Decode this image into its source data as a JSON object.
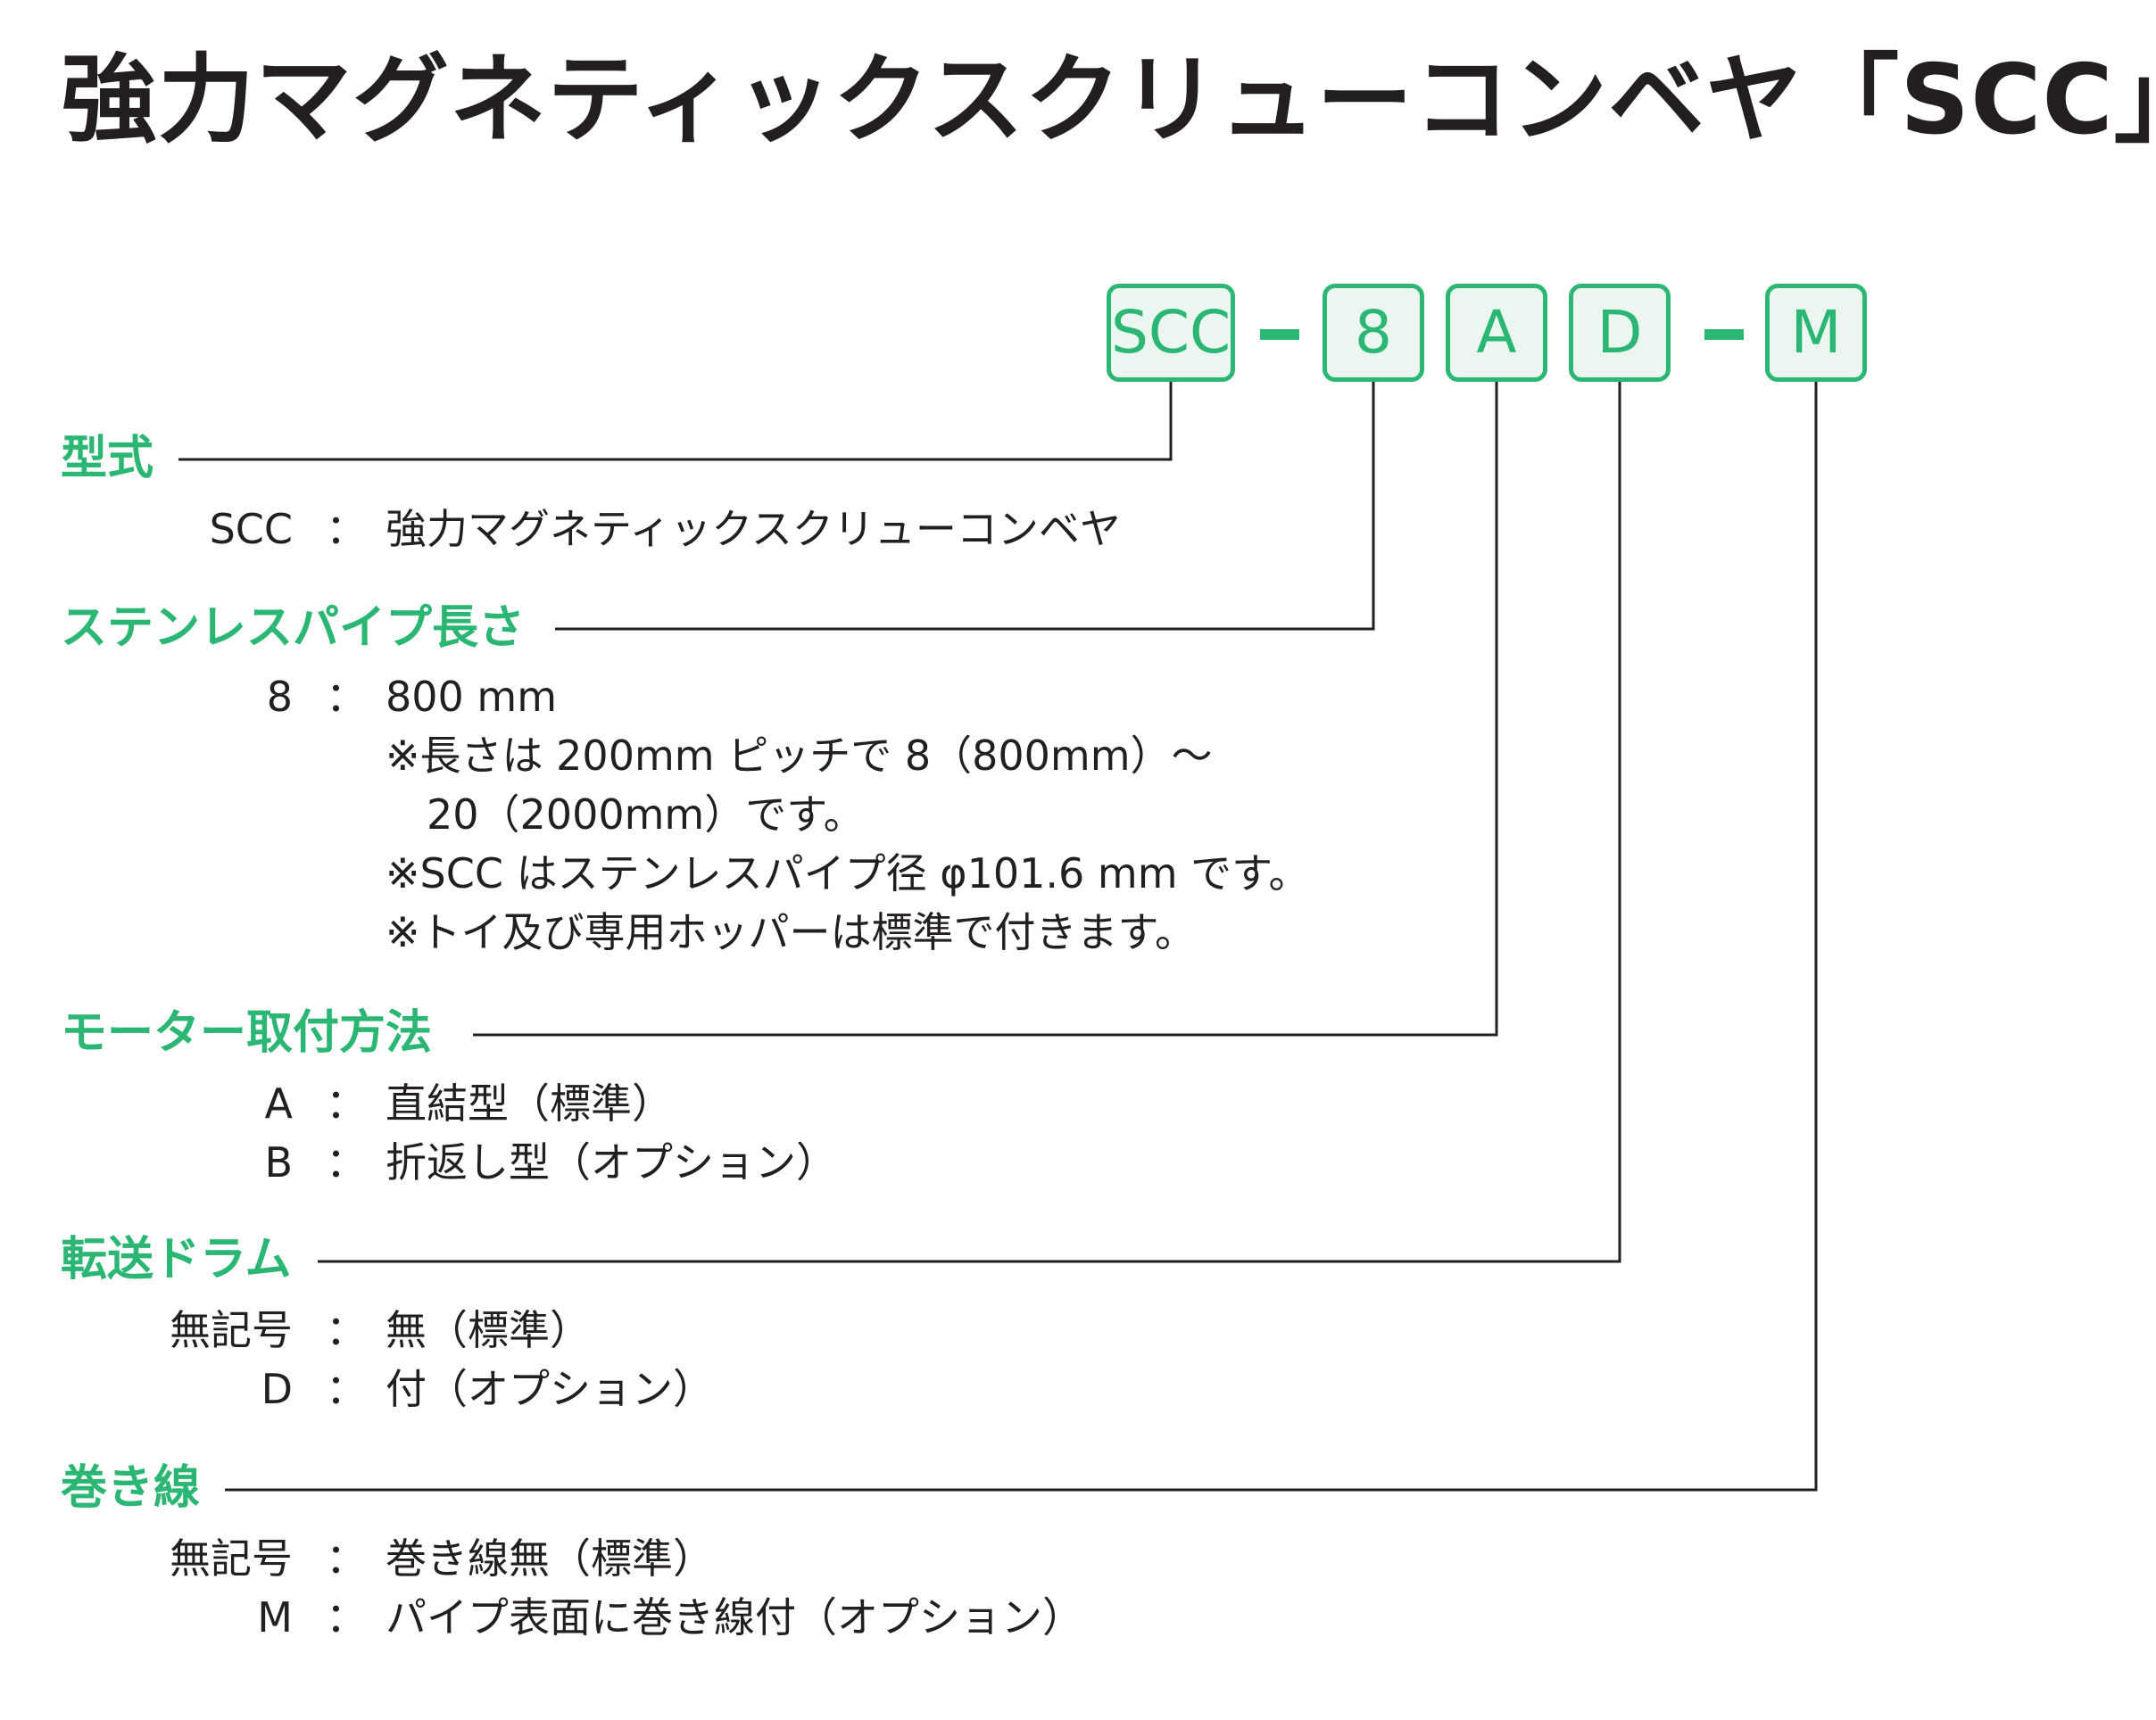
{
  "title": "強力マグネティックスクリューコンベヤ「SCC」",
  "model_code": {
    "parts": [
      "SCC",
      "8",
      "A",
      "D",
      "M"
    ],
    "separator": "-"
  },
  "colors": {
    "accent": "#2bb673",
    "box_fill": "#eaf6ef",
    "text": "#231f20"
  },
  "sections": [
    {
      "title": "型式",
      "options": [
        {
          "key": "SCC",
          "colon": "：",
          "desc": "強力マグネティックスクリューコンベヤ"
        }
      ],
      "notes": []
    },
    {
      "title": "ステンレスパイプ長さ",
      "options": [
        {
          "key": "8",
          "colon": "：",
          "desc": "800 mm"
        }
      ],
      "notes": [
        "※長さは 200mm ピッチで 8（800mm）～",
        "　20（2000mm）です。",
        "※SCC はステンレスパイプ径 φ101.6 mm です。",
        "※トイ及び専用ホッパーは標準で付きます。"
      ]
    },
    {
      "title": "モーター取付方法",
      "options": [
        {
          "key": "A",
          "colon": "：",
          "desc": "直結型（標準）"
        },
        {
          "key": "B",
          "colon": "：",
          "desc": "折返し型（オプション）"
        }
      ],
      "notes": []
    },
    {
      "title": "転送ドラム",
      "options": [
        {
          "key": "無記号",
          "colon": "：",
          "desc": "無（標準）"
        },
        {
          "key": "D",
          "colon": "：",
          "desc": "付（オプション）"
        }
      ],
      "notes": []
    },
    {
      "title": "巻き線",
      "options": [
        {
          "key": "無記号",
          "colon": "：",
          "desc": "巻き線無（標準）"
        },
        {
          "key": "M",
          "colon": "：",
          "desc": "パイプ表面に巻き線付（オプション）"
        }
      ],
      "notes": []
    }
  ]
}
